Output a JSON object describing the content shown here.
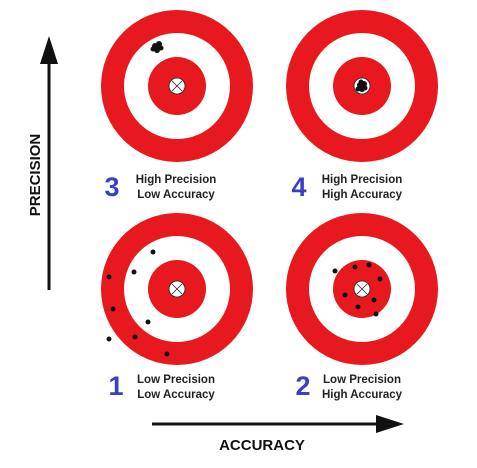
{
  "colors": {
    "ring": "#e8191e",
    "white": "#ffffff",
    "number": "#3a3fc6",
    "arrow": "#111111",
    "shot": "#111111"
  },
  "axes": {
    "y_label": "PRECISION",
    "x_label": "ACCURACY"
  },
  "targets": [
    {
      "number": "3",
      "line1": "High Precision",
      "line2": "Low Accuracy"
    },
    {
      "number": "4",
      "line1": "High Precision",
      "line2": "High Accuracy"
    },
    {
      "number": "1",
      "line1": "Low Precision",
      "line2": "Low Accuracy"
    },
    {
      "number": "2",
      "line1": "Low Precision",
      "line2": "High Accuracy"
    }
  ]
}
